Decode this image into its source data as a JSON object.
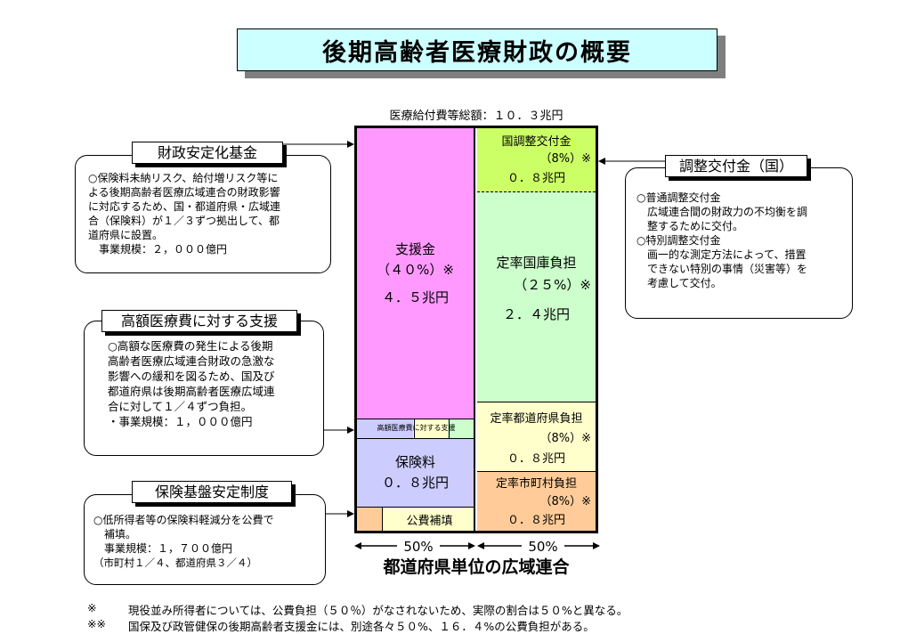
{
  "title": "後期高齢者医療財政の概要",
  "total": "医療給付費等総額：１０．３兆円",
  "left_column": {
    "support": {
      "name": "支援金",
      "pct": "（４０%）※",
      "amount": "４．５兆円"
    },
    "high_cost_label": "高額医療費に対する支援",
    "premium": {
      "name": "保険料",
      "amount": "０．８兆円"
    },
    "public_subsidy": "公費補填"
  },
  "right_column": {
    "adjust": {
      "name": "国調整交付金",
      "pct": "（8%）※",
      "amount": "０．８兆円"
    },
    "national": {
      "name": "定率国庫負担",
      "pct": "（２５%）※",
      "amount": "２．４兆円"
    },
    "prefecture": {
      "name": "定率都道府県負担",
      "pct": "（8%）※",
      "amount": "０．８兆円"
    },
    "municipal": {
      "name": "定率市町村負担",
      "pct": "（8%）※",
      "amount": "０．８兆円"
    }
  },
  "split": {
    "left": "50%",
    "right": "50%",
    "caption": "都道府県単位の広域連合"
  },
  "panels": {
    "fund": {
      "title": "財政安定化基金",
      "lines": [
        "○保険料未納リスク、給付増リスク等に",
        "よる後期高齢者医療広域連合の財政影響",
        "に対応するため、国・都道府県・広域連",
        "合（保険料）が１／３ずつ拠出して、都",
        "道府県に設置。",
        "　事業規模：２，０００億円"
      ]
    },
    "high_cost": {
      "title": "高額医療費に対する支援",
      "lines": [
        "○高額な医療費の発生による後期",
        "高齢者医療広域連合財政の急激な",
        "影響への緩和を図るため、国及び",
        "都道府県は後期高齢者医療広域連",
        "合に対して１／４ずつ負担。",
        "・事業規模：１，０００億円"
      ]
    },
    "base": {
      "title": "保険基盤安定制度",
      "lines": [
        "○低所得者等の保険料軽減分を公費で",
        "　補填。",
        "　事業規模：１，７００億円",
        "（市町村１／４、都道府県３／４）"
      ]
    },
    "grant": {
      "title": "調整交付金（国）",
      "lines": [
        "○普通調整交付金",
        "　広域連合間の財政力の不均衡を調",
        "　整するために交付。",
        "○特別調整交付金",
        "　画一的な測定方法によって、措置",
        "　できない特別の事情（災害等）を",
        "　考慮して交付。"
      ]
    }
  },
  "notes": [
    {
      "mark": "※",
      "text": "現役並み所得者については、公費負担（５０％）がなされないため、実際の割合は５０%と異なる。"
    },
    {
      "mark": "※※",
      "text": "国保及び政管健保の後期高齢者支援金には、別途各々５０%、１６．４%の公費負担がある。"
    }
  ],
  "colors": {
    "support": "#ff99ff",
    "premium": "#ccccff",
    "high_cost": "#ccffcc",
    "public_subsidy_orange": "#ffcc99",
    "public_subsidy_yellow": "#ffffcc",
    "adjust": "#ccff66",
    "national": "#ccffcc",
    "prefecture": "#ffffcc",
    "municipal": "#ffcc99",
    "title_bg": "#ccffff"
  }
}
